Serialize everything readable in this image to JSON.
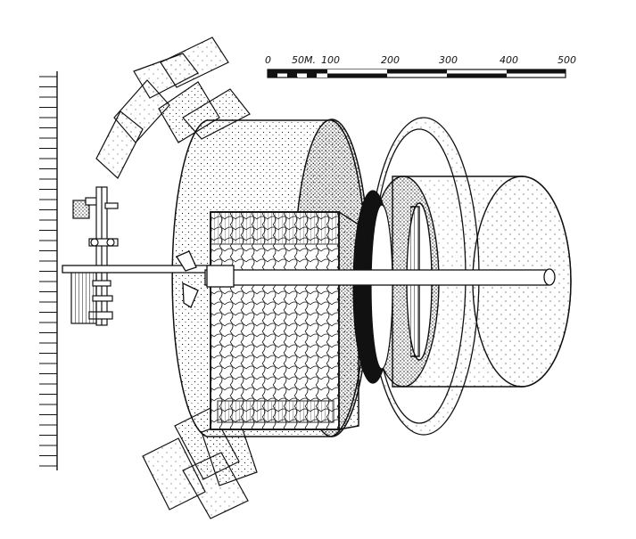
{
  "scale_bar": {
    "labels": [
      "0",
      "50M.",
      "100",
      "200",
      "300",
      "400",
      "500"
    ]
  },
  "colors": {
    "ink": "#111111",
    "paper": "#ffffff"
  }
}
